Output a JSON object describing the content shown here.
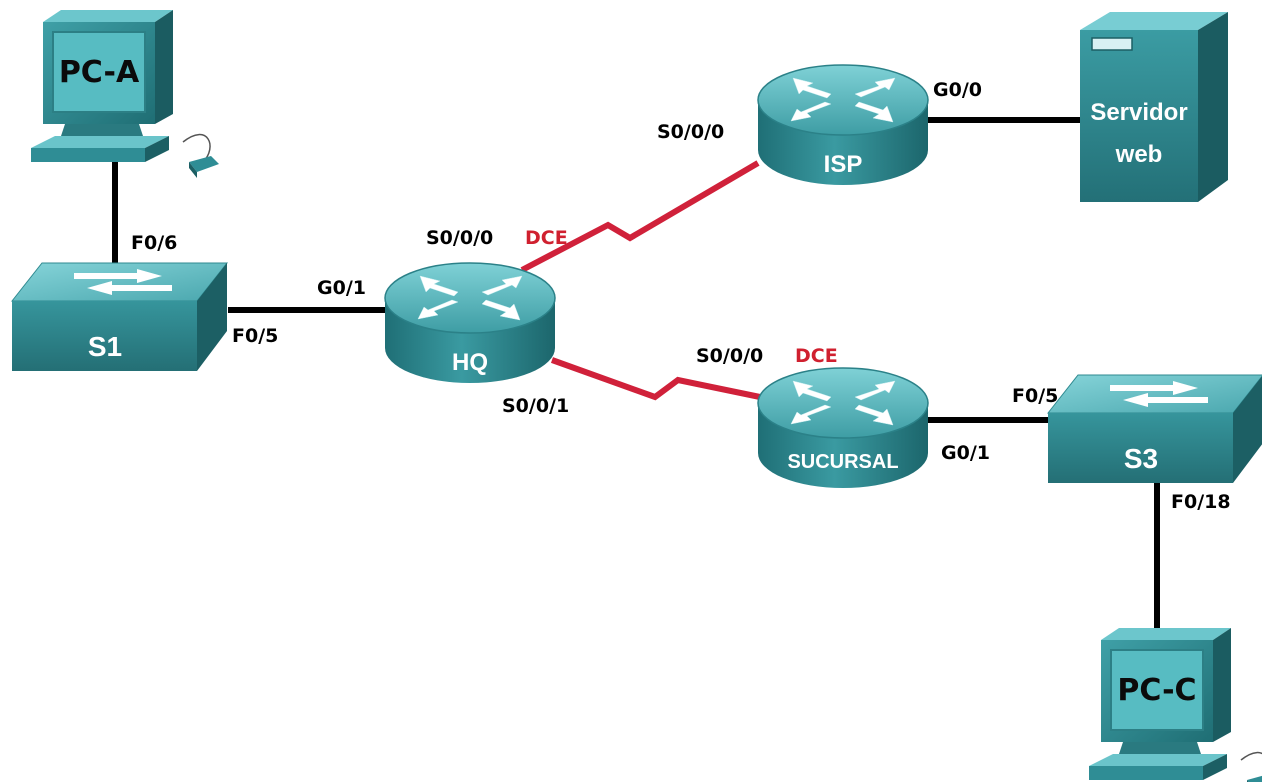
{
  "colors": {
    "ethernet_link": "#000000",
    "serial_link": "#d0213a",
    "dce_label": "#d0202f",
    "device_teal": "#2f8d95",
    "device_teal_light": "#6cc3c9",
    "device_teal_dark": "#1e6a70"
  },
  "devices": {
    "pc_a": {
      "label": "PC-A",
      "icon": "pc-icon"
    },
    "pc_c": {
      "label": "PC-C",
      "icon": "pc-icon"
    },
    "s1": {
      "label": "S1",
      "icon": "switch-icon"
    },
    "s3": {
      "label": "S3",
      "icon": "switch-icon"
    },
    "hq": {
      "label": "HQ",
      "icon": "router-icon"
    },
    "isp": {
      "label": "ISP",
      "icon": "router-icon"
    },
    "sucursal": {
      "label": "SUCURSAL",
      "icon": "router-icon"
    },
    "server": {
      "label_line1": "Servidor",
      "label_line2": "web",
      "icon": "server-icon"
    }
  },
  "ports": {
    "s1_f06": "F0/6",
    "s1_f05": "F0/5",
    "hq_g01": "G0/1",
    "hq_s000": "S0/0/0",
    "hq_s000_dce": "DCE",
    "hq_s001": "S0/0/1",
    "isp_s000": "S0/0/0",
    "isp_g00": "G0/0",
    "suc_s000": "S0/0/0",
    "suc_s000_dce": "DCE",
    "suc_g01": "G0/1",
    "s3_f05": "F0/5",
    "s3_f018": "F0/18"
  },
  "links": [
    {
      "from": "PC-A",
      "to": "S1",
      "type": "ethernet"
    },
    {
      "from": "S1",
      "to": "HQ",
      "type": "ethernet"
    },
    {
      "from": "HQ",
      "to": "ISP",
      "type": "serial"
    },
    {
      "from": "HQ",
      "to": "SUCURSAL",
      "type": "serial"
    },
    {
      "from": "ISP",
      "to": "Servidor web",
      "type": "ethernet"
    },
    {
      "from": "SUCURSAL",
      "to": "S3",
      "type": "ethernet"
    },
    {
      "from": "S3",
      "to": "PC-C",
      "type": "ethernet"
    }
  ]
}
